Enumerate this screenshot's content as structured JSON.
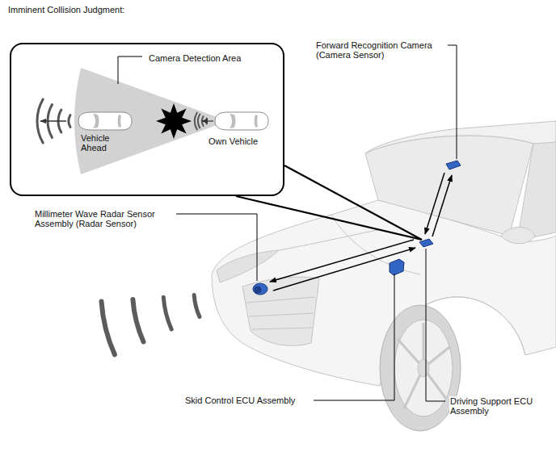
{
  "diagram": {
    "title": "Imminent Collision Judgment:",
    "nodes": [
      {
        "text": [
          "Camera Detection Area",
          "Vehicle Ahead",
          "Own Vehicle"
        ]
      }
    ],
    "labels": [
      "Forward Recognition Camera (Camera Sensor)",
      "Millimeter Wave Radar Sensor Assembly (Radar Sensor)",
      "Skid Control ECU Assembly",
      "Driving Support ECU Assembly"
    ]
  }
}
